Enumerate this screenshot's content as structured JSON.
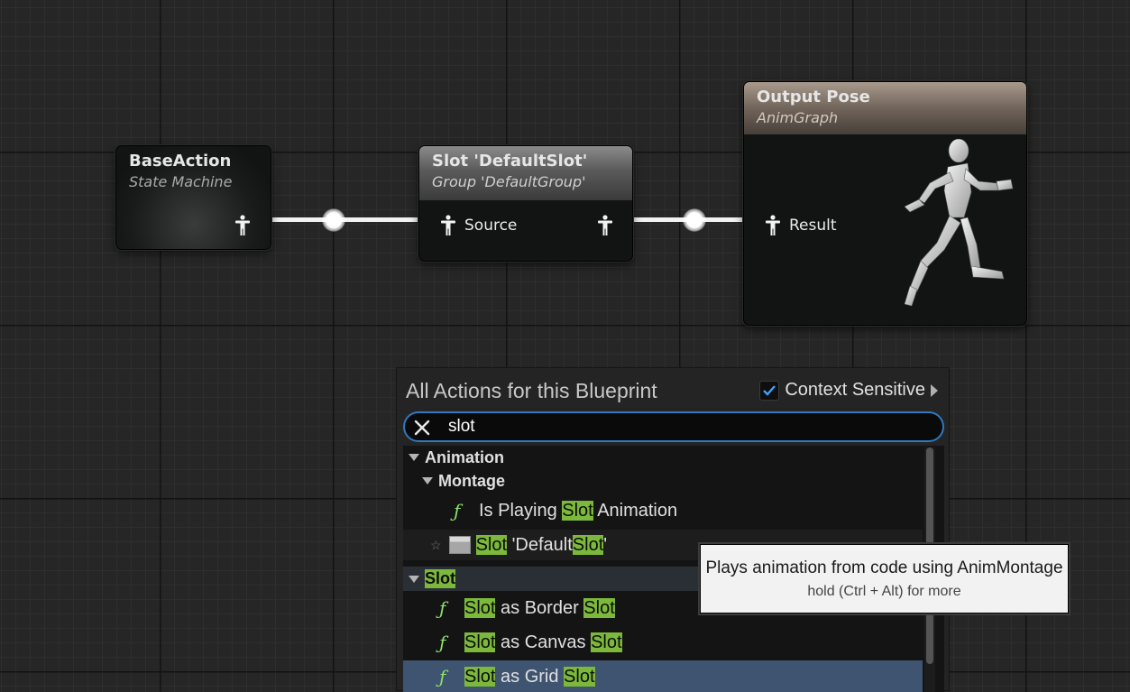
{
  "graph": {
    "nodes": {
      "base_action": {
        "title": "BaseAction",
        "subtitle": "State Machine"
      },
      "slot": {
        "title": "Slot 'DefaultSlot'",
        "subtitle": "Group 'DefaultGroup'",
        "input_pin": "Source"
      },
      "output_pose": {
        "title": "Output Pose",
        "subtitle": "AnimGraph",
        "input_pin": "Result"
      }
    }
  },
  "action_menu": {
    "title": "All Actions for this Blueprint",
    "context_sensitive": {
      "label": "Context Sensitive",
      "checked": true
    },
    "search": {
      "value": "slot"
    },
    "categories": {
      "animation": "Animation",
      "montage": "Montage",
      "slot": "Slot"
    },
    "items": {
      "is_playing": {
        "pre": "Is Playing ",
        "match": "Slot",
        "post": " Animation"
      },
      "default_slot": {
        "m1": "Slot",
        "mid": " 'Default",
        "m2": "Slot",
        "post": "'"
      },
      "border": {
        "m1": "Slot",
        "mid": " as Border ",
        "m2": "Slot"
      },
      "canvas": {
        "m1": "Slot",
        "mid": " as Canvas ",
        "m2": "Slot"
      },
      "grid": {
        "m1": "Slot",
        "mid": " as Grid ",
        "m2": "Slot"
      }
    }
  },
  "tooltip": {
    "text": "Plays animation from code using AnimMontage",
    "hint": "hold (Ctrl + Alt) for more"
  },
  "colors": {
    "search_border": "#2e79bf",
    "highlight": "#7cb93b",
    "selected_row": "#3e5470",
    "function_icon": "#8fe06a",
    "checkbox_check": "#3ea0ff"
  }
}
